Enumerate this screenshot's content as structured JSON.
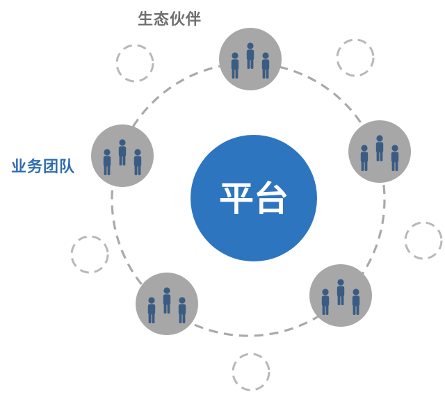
{
  "labels": {
    "ecosystem_partners": "生态伙伴",
    "business_team": "业务团队"
  },
  "center": {
    "text": "平台"
  },
  "colors": {
    "center_fill": "#2e75c0",
    "node_fill": "#a7a7a7",
    "person_fill": "#3b5c82",
    "ring_stroke": "#a9a9a9",
    "eco_label": "#6f6f6f",
    "biz_label": "#2f6db0"
  },
  "icons": {
    "team": "people-group-icon",
    "empty": "empty-slot-icon"
  }
}
